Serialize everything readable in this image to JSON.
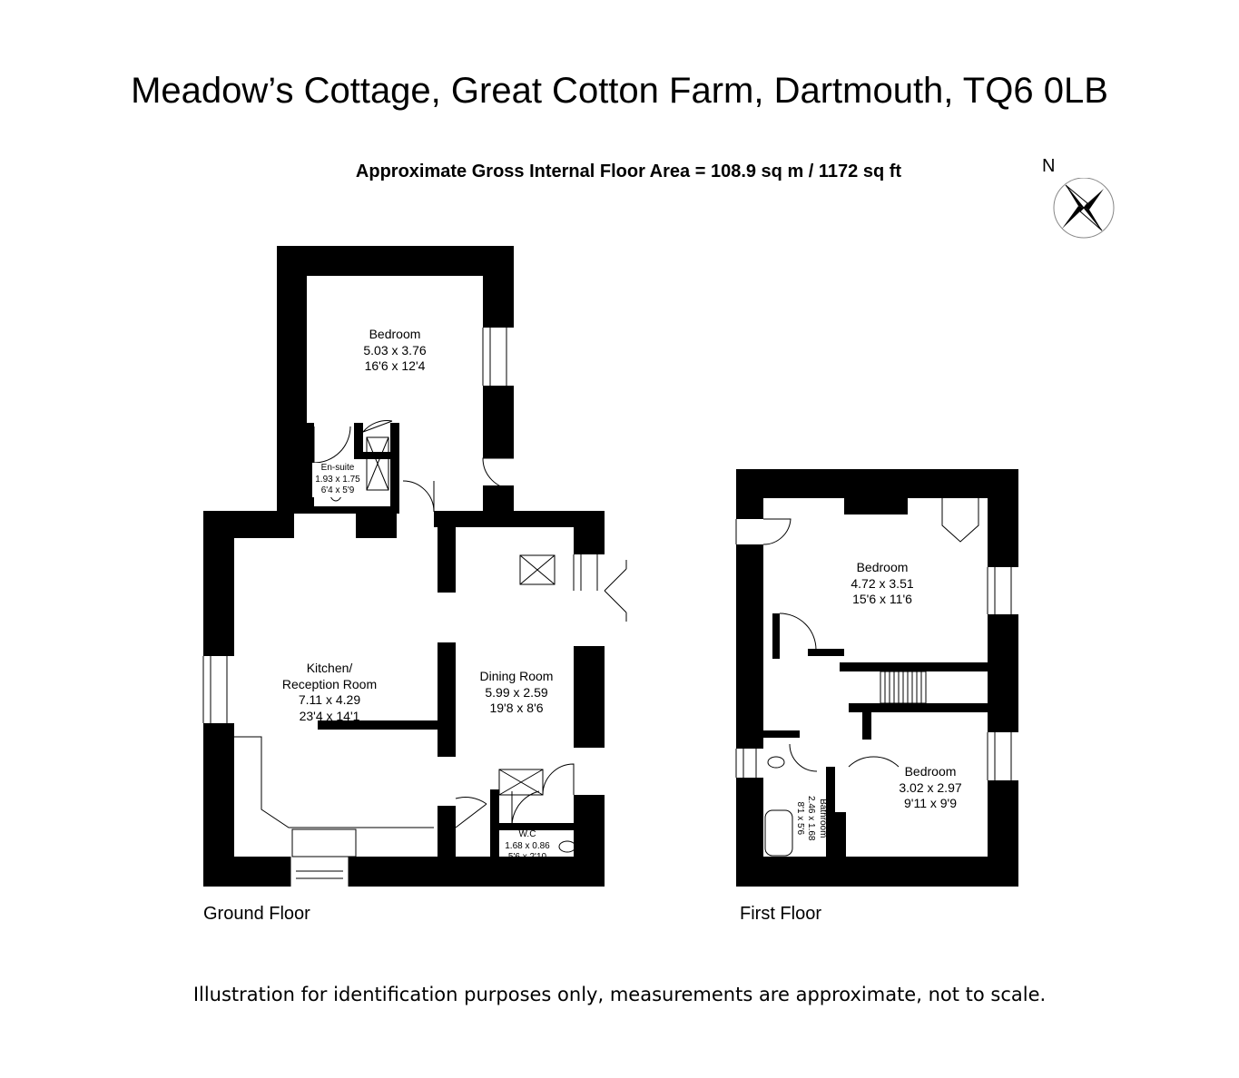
{
  "title": "Meadow’s Cottage, Great Cotton Farm, Dartmouth, TQ6 0LB",
  "floor_area": "Approximate Gross Internal Floor Area  = 108.9 sq m  / 1172 sq ft",
  "compass": {
    "label": "N",
    "icon": "compass-rose-icon"
  },
  "ground_floor": {
    "label": "Ground Floor",
    "rooms": [
      {
        "name": "Bedroom",
        "metric": "5.03 x 3.76",
        "imperial": "16'6 x 12'4"
      },
      {
        "name": "En-suite",
        "metric": "1.93 x 1.75",
        "imperial": "6'4 x 5'9"
      },
      {
        "name": "Kitchen/",
        "name2": "Reception Room",
        "metric": "7.11 x 4.29",
        "imperial": "23'4 x 14'1"
      },
      {
        "name": "Dining Room",
        "metric": "5.99 x 2.59",
        "imperial": "19'8 x 8'6"
      },
      {
        "name": "W.C",
        "metric": "1.68 x 0.86",
        "imperial": "5'6 x 2'10"
      }
    ]
  },
  "first_floor": {
    "label": "First Floor",
    "rooms": [
      {
        "name": "Bedroom",
        "metric": "4.72 x 3.51",
        "imperial": "15'6 x 11'6"
      },
      {
        "name": "Bedroom",
        "metric": "3.02 x 2.97",
        "imperial": "9'11 x 9'9"
      },
      {
        "name": "Bathroom",
        "metric": "2.46 x 1.68",
        "imperial": "8'1 x 5'6"
      }
    ]
  },
  "disclaimer": "Illustration for identification purposes only, measurements are approximate, not to scale."
}
